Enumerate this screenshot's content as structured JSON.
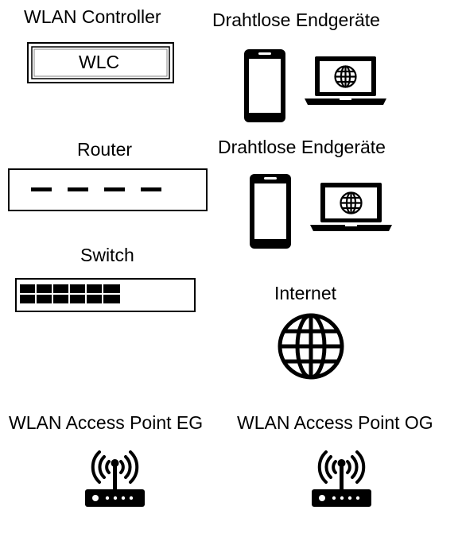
{
  "labels": {
    "wlan_controller": "WLAN Controller",
    "wlc_box": "WLC",
    "wireless_devices_1": "Drahtlose Endgeräte",
    "wireless_devices_2": "Drahtlose Endgeräte",
    "router": "Router",
    "switch": "Switch",
    "internet": "Internet",
    "ap_eg": "WLAN Access Point EG",
    "ap_og": "WLAN Access Point OG"
  },
  "icons": {
    "wlc": "wlc-box-icon",
    "router": "router-icon",
    "switch": "switch-icon",
    "phone": "smartphone-icon",
    "laptop": "laptop-globe-icon",
    "internet": "globe-icon",
    "access_point": "wireless-access-point-icon"
  },
  "colors": {
    "foreground": "#000000",
    "background": "#ffffff"
  }
}
